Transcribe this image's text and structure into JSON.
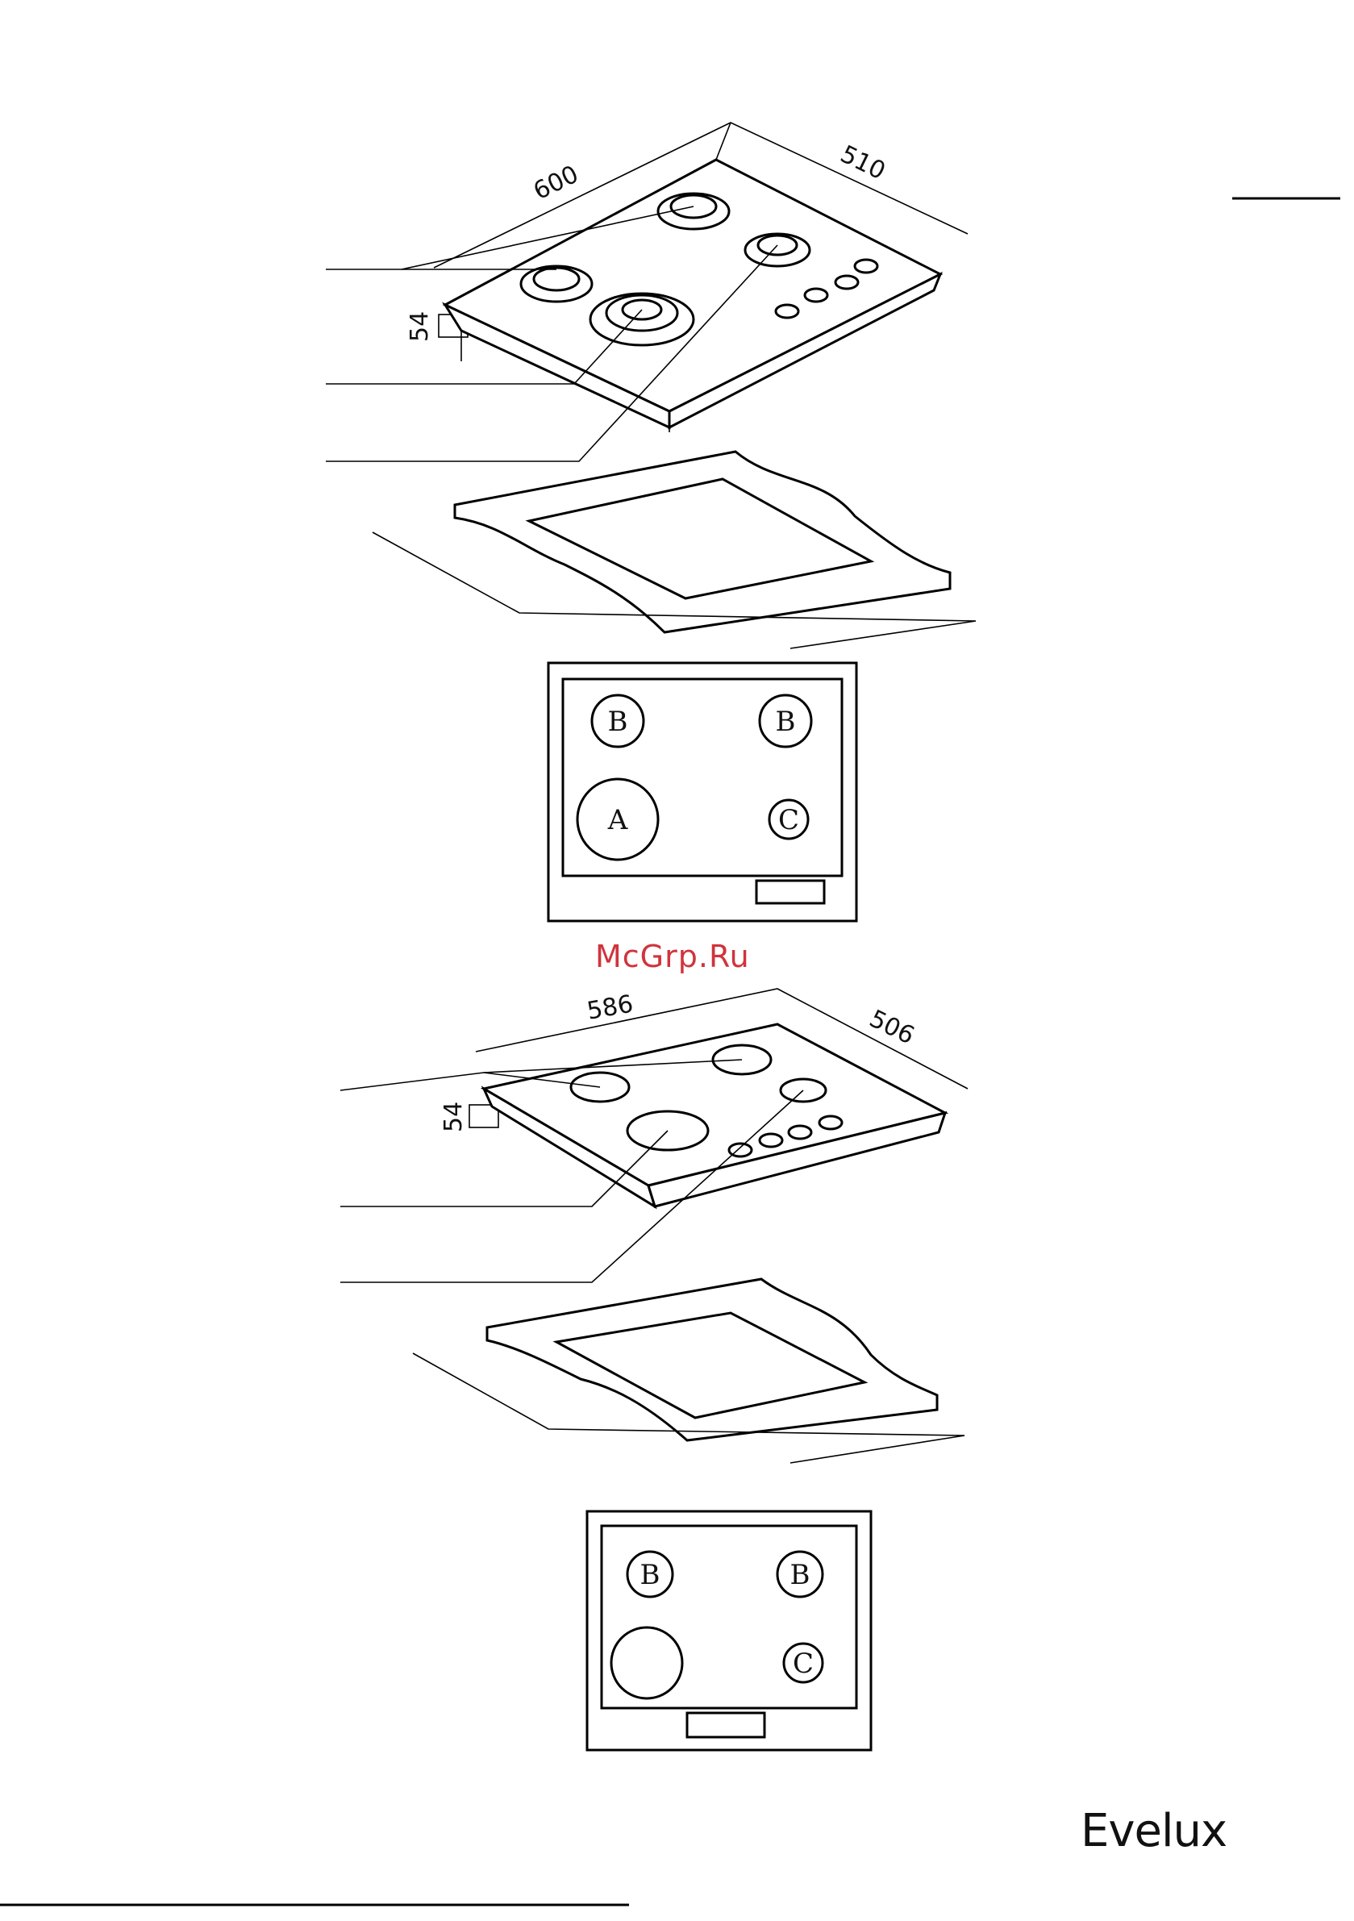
{
  "watermark": "McGrp.Ru",
  "brand": "Evelux",
  "figure1": {
    "dim_width": "600",
    "dim_depth": "510",
    "dim_height": "54",
    "zones": [
      "B",
      "B",
      "A",
      "C"
    ]
  },
  "figure2": {
    "dim_width": "586",
    "dim_depth": "506",
    "dim_height": "54",
    "zones": [
      "B",
      "B",
      "C"
    ]
  }
}
